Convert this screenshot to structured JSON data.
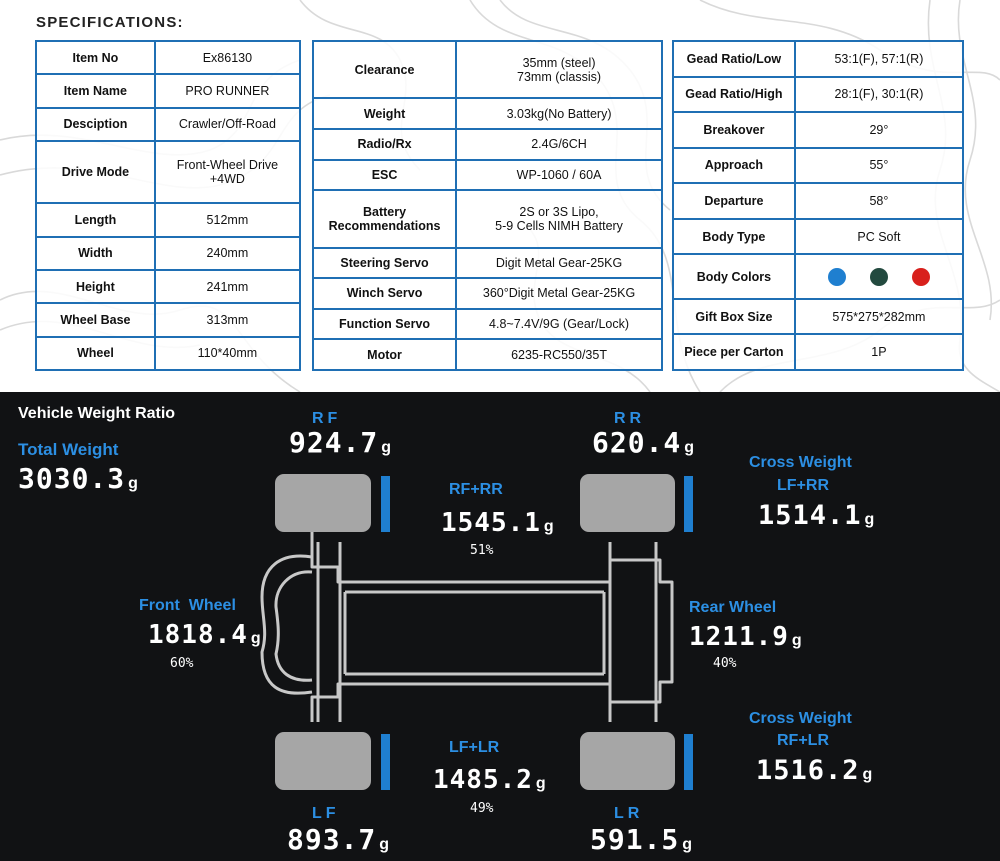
{
  "spec": {
    "title": "SPECIFICATIONS:",
    "table1": [
      {
        "label": "Item No",
        "value": "Ex86130"
      },
      {
        "label": "Item Name",
        "value": "PRO RUNNER"
      },
      {
        "label": "Desciption",
        "value": "Crawler/Off-Road"
      },
      {
        "label": "Drive Mode",
        "value": "Front-Wheel Drive\n+4WD"
      },
      {
        "label": "Length",
        "value": "512mm"
      },
      {
        "label": "Width",
        "value": "240mm"
      },
      {
        "label": "Height",
        "value": "241mm"
      },
      {
        "label": "Wheel Base",
        "value": "313mm"
      },
      {
        "label": "Wheel",
        "value": "110*40mm"
      }
    ],
    "table2": [
      {
        "label": "Clearance",
        "value": "35mm (steel)\n73mm (classis)"
      },
      {
        "label": "Weight",
        "value": "3.03kg(No Battery)"
      },
      {
        "label": "Radio/Rx",
        "value": "2.4G/6CH"
      },
      {
        "label": "ESC",
        "value": "WP-1060 / 60A"
      },
      {
        "label": "Battery\nRecommendations",
        "value": "2S or 3S Lipo,\n5-9 Cells NIMH Battery"
      },
      {
        "label": "Steering Servo",
        "value": "Digit Metal Gear-25KG"
      },
      {
        "label": "Winch Servo",
        "value": "360°Digit Metal Gear-25KG"
      },
      {
        "label": "Function Servo",
        "value": "4.8~7.4V/9G (Gear/Lock)"
      },
      {
        "label": "Motor",
        "value": "6235-RC550/35T"
      }
    ],
    "table3": [
      {
        "label": "Gead Ratio/Low",
        "value": "53:1(F), 57:1(R)"
      },
      {
        "label": "Gead Ratio/High",
        "value": "28:1(F), 30:1(R)"
      },
      {
        "label": "Breakover",
        "value": "29°"
      },
      {
        "label": "Approach",
        "value": "55°"
      },
      {
        "label": "Departure",
        "value": "58°"
      },
      {
        "label": "Body Type",
        "value": "PC Soft"
      },
      {
        "label": "Body Colors",
        "value": ""
      },
      {
        "label": "Gift Box Size",
        "value": "575*275*282mm"
      },
      {
        "label": "Piece per Carton",
        "value": "1P"
      }
    ],
    "body_colors": [
      "#1f7fd0",
      "#234a3f",
      "#d8201c"
    ]
  },
  "weight": {
    "title": "Vehicle Weight Ratio",
    "unit": "g",
    "total": {
      "label": "Total Weight",
      "value": "3030.3"
    },
    "rf": {
      "label": "RF",
      "value": "924.7"
    },
    "rr": {
      "label": "RR",
      "value": "620.4"
    },
    "lf": {
      "label": "LF",
      "value": "893.7"
    },
    "lr": {
      "label": "LR",
      "value": "591.5"
    },
    "right_side": {
      "label": "RF+RR",
      "value": "1545.1",
      "pct": "51%"
    },
    "left_side": {
      "label": "LF+LR",
      "value": "1485.2",
      "pct": "49%"
    },
    "front": {
      "label": "Front  Wheel",
      "value": "1818.4",
      "pct": "60%"
    },
    "rear": {
      "label": "Rear Wheel",
      "value": "1211.9",
      "pct": "40%"
    },
    "cross1": {
      "label": "Cross Weight",
      "sub": "LF+RR",
      "value": "1514.1"
    },
    "cross2": {
      "label": "Cross Weight",
      "sub": "RF+LR",
      "value": "1516.2"
    },
    "colors": {
      "accent": "#2c8fe3",
      "wheel_bar": "#1f7fd0",
      "tire": "#a6a6a6",
      "frame": "#c8c8c8",
      "background": "#111214"
    }
  }
}
